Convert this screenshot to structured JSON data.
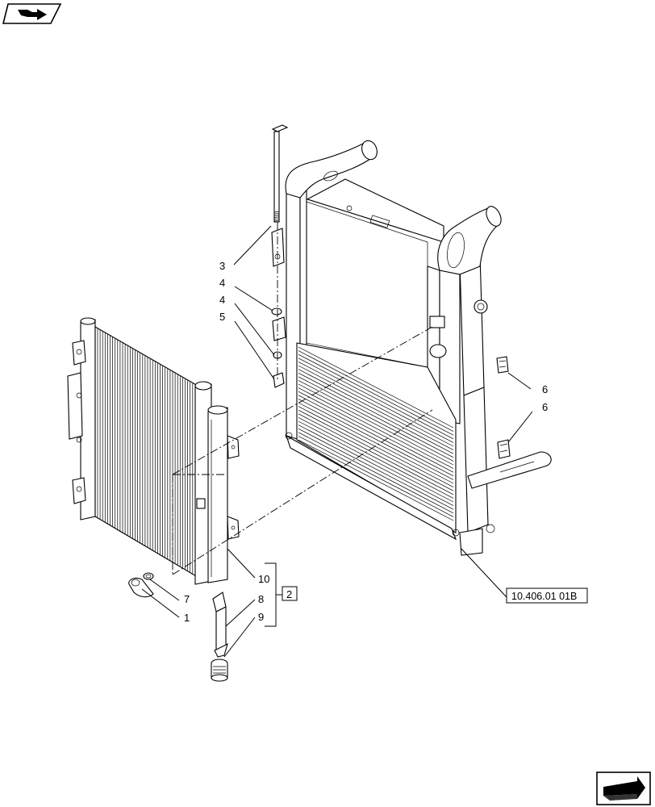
{
  "icons": {
    "top_left": "book-arrow-icon",
    "bottom_right": "next-page-arrow-icon"
  },
  "callouts": [
    {
      "id": "c3",
      "text": "3"
    },
    {
      "id": "c4a",
      "text": "4"
    },
    {
      "id": "c4b",
      "text": "4"
    },
    {
      "id": "c5",
      "text": "5"
    },
    {
      "id": "c6a",
      "text": "6"
    },
    {
      "id": "c6b",
      "text": "6"
    },
    {
      "id": "c10",
      "text": "10"
    },
    {
      "id": "c7",
      "text": "7"
    },
    {
      "id": "c1",
      "text": "1"
    },
    {
      "id": "c8",
      "text": "8"
    },
    {
      "id": "c9",
      "text": "9"
    }
  ],
  "kit_label": "2",
  "reference": "10.406.01 01B"
}
